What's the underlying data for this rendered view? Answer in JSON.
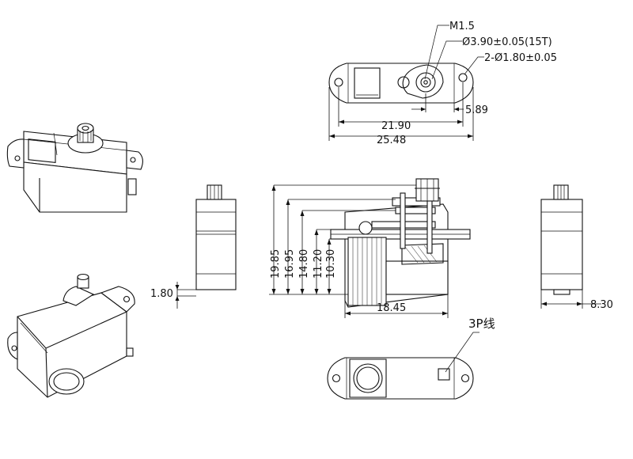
{
  "top_view": {
    "callout_thread": "M1.5",
    "callout_spline": "Ø3.90±0.05(15T)",
    "callout_holes": "2-Ø1.80±0.05",
    "dim_hole_spacing": "21.90",
    "dim_overall_length": "25.48",
    "dim_shaft_offset": "5.89"
  },
  "front_view": {
    "dim_total_height": "19.85",
    "dim_h2": "16.95",
    "dim_h3": "14.80",
    "dim_h4": "11.20",
    "dim_h5": "10.30",
    "dim_body_length": "18.45"
  },
  "left_view": {
    "dim_tab_thickness": "1.80"
  },
  "right_view": {
    "dim_width": "8.30"
  },
  "bottom_view": {
    "callout_wire": "3P线"
  }
}
